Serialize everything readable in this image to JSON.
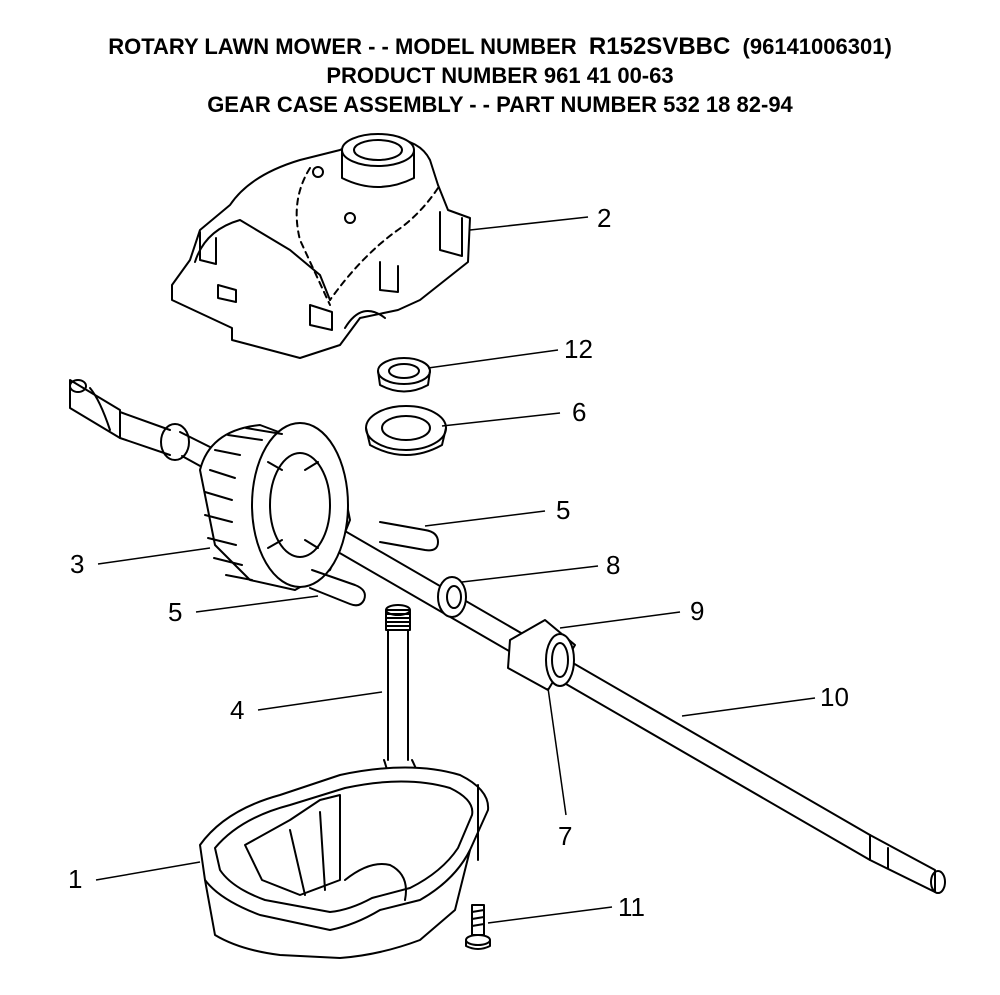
{
  "header": {
    "line1_prefix": "ROTARY LAWN MOWER - - MODEL NUMBER  ",
    "model_number": "R152SVBBC",
    "line1_suffix": "  (96141006301)",
    "line2": "PRODUCT NUMBER 961 41 00-63",
    "line3": "GEAR CASE ASSEMBLY - - PART NUMBER 532 18 82-94"
  },
  "callouts": {
    "c1": "1",
    "c2": "2",
    "c3": "3",
    "c4": "4",
    "c5a": "5",
    "c5b": "5",
    "c6": "6",
    "c7": "7",
    "c8": "8",
    "c9": "9",
    "c10": "10",
    "c11": "11",
    "c12": "12"
  }
}
